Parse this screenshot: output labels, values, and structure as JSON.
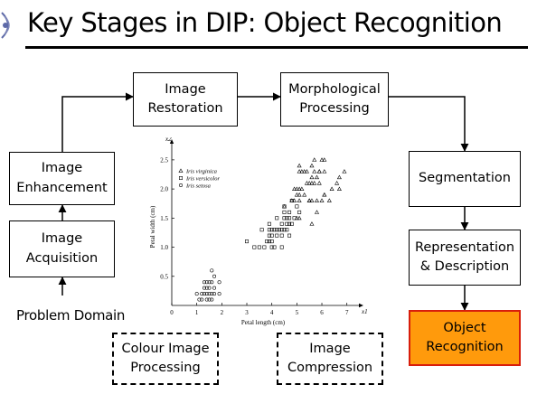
{
  "slide": {
    "title": "Key Stages in DIP: Object Recognition",
    "problem_domain": "Problem Domain"
  },
  "boxes": {
    "image_restoration": "Image\nRestoration",
    "morphological_processing": "Morphological\nProcessing",
    "image_enhancement": "Image\nEnhancement",
    "image_acquisition": "Image\nAcquisition",
    "segmentation": "Segmentation",
    "representation_description": "Representation\n& Description",
    "object_recognition": "Object\nRecognition",
    "colour_image_processing": "Colour Image\nProcessing",
    "image_compression": "Image\nCompression"
  },
  "colors": {
    "recognition_fill": "#ff9a0c",
    "recognition_border": "#d81e0c"
  },
  "chart_data": {
    "type": "scatter",
    "xlabel": "Petal length (cm)",
    "ylabel": "Petal width (cm)",
    "x_axis_symbol": "x1",
    "y_axis_symbol": "x2",
    "xlim": [
      0,
      7.3
    ],
    "ylim": [
      0,
      2.7
    ],
    "x_ticks": [
      0,
      1,
      2,
      3,
      4,
      5,
      6,
      7
    ],
    "y_ticks": [
      0.5,
      1.0,
      1.5,
      2.0,
      2.5
    ],
    "y_tick_labels": [
      "0.5",
      "1.0",
      "1.5",
      "2.0",
      "2.5"
    ],
    "grid": false,
    "legend_position": "top-left",
    "series": [
      {
        "name": "Iris virginica",
        "marker": "triangle",
        "points": [
          [
            4.5,
            1.7
          ],
          [
            4.8,
            1.8
          ],
          [
            4.9,
            1.8
          ],
          [
            4.9,
            2.0
          ],
          [
            5.0,
            1.5
          ],
          [
            5.0,
            1.9
          ],
          [
            5.0,
            2.0
          ],
          [
            5.1,
            1.5
          ],
          [
            5.1,
            1.8
          ],
          [
            5.1,
            1.9
          ],
          [
            5.1,
            2.0
          ],
          [
            5.1,
            2.3
          ],
          [
            5.1,
            2.4
          ],
          [
            5.2,
            2.0
          ],
          [
            5.2,
            2.3
          ],
          [
            5.3,
            1.9
          ],
          [
            5.3,
            2.3
          ],
          [
            5.4,
            2.1
          ],
          [
            5.4,
            2.3
          ],
          [
            5.5,
            1.8
          ],
          [
            5.5,
            2.1
          ],
          [
            5.6,
            1.4
          ],
          [
            5.6,
            1.8
          ],
          [
            5.6,
            2.1
          ],
          [
            5.6,
            2.2
          ],
          [
            5.6,
            2.4
          ],
          [
            5.7,
            2.1
          ],
          [
            5.7,
            2.3
          ],
          [
            5.7,
            2.5
          ],
          [
            5.8,
            1.6
          ],
          [
            5.8,
            1.8
          ],
          [
            5.8,
            2.2
          ],
          [
            5.9,
            2.1
          ],
          [
            5.9,
            2.3
          ],
          [
            6.0,
            1.8
          ],
          [
            6.0,
            2.5
          ],
          [
            6.1,
            1.9
          ],
          [
            6.1,
            2.3
          ],
          [
            6.1,
            2.5
          ],
          [
            6.3,
            1.8
          ],
          [
            6.4,
            2.0
          ],
          [
            6.6,
            2.1
          ],
          [
            6.7,
            2.0
          ],
          [
            6.7,
            2.2
          ],
          [
            6.9,
            2.3
          ],
          [
            5.5,
            1.8
          ],
          [
            5.9,
            2.3
          ],
          [
            6.1,
            1.9
          ]
        ]
      },
      {
        "name": "Iris versicolor",
        "marker": "square",
        "points": [
          [
            3.0,
            1.1
          ],
          [
            3.3,
            1.0
          ],
          [
            3.5,
            1.0
          ],
          [
            3.6,
            1.3
          ],
          [
            3.7,
            1.0
          ],
          [
            3.8,
            1.1
          ],
          [
            3.9,
            1.1
          ],
          [
            3.9,
            1.2
          ],
          [
            3.9,
            1.4
          ],
          [
            4.0,
            1.0
          ],
          [
            4.0,
            1.2
          ],
          [
            4.0,
            1.3
          ],
          [
            4.1,
            1.0
          ],
          [
            4.1,
            1.3
          ],
          [
            4.2,
            1.2
          ],
          [
            4.2,
            1.3
          ],
          [
            4.2,
            1.5
          ],
          [
            4.3,
            1.3
          ],
          [
            4.4,
            1.2
          ],
          [
            4.4,
            1.3
          ],
          [
            4.4,
            1.4
          ],
          [
            4.5,
            1.3
          ],
          [
            4.5,
            1.5
          ],
          [
            4.5,
            1.6
          ],
          [
            4.6,
            1.3
          ],
          [
            4.6,
            1.4
          ],
          [
            4.6,
            1.5
          ],
          [
            4.7,
            1.2
          ],
          [
            4.7,
            1.4
          ],
          [
            4.7,
            1.5
          ],
          [
            4.7,
            1.6
          ],
          [
            4.8,
            1.4
          ],
          [
            4.8,
            1.8
          ],
          [
            4.9,
            1.5
          ],
          [
            5.0,
            1.7
          ],
          [
            5.1,
            1.6
          ],
          [
            4.0,
            1.1
          ],
          [
            4.4,
            1.0
          ],
          [
            4.5,
            1.7
          ],
          [
            3.9,
            1.3
          ]
        ]
      },
      {
        "name": "Iris setosa",
        "marker": "circle",
        "points": [
          [
            1.0,
            0.2
          ],
          [
            1.1,
            0.1
          ],
          [
            1.2,
            0.2
          ],
          [
            1.3,
            0.2
          ],
          [
            1.3,
            0.3
          ],
          [
            1.3,
            0.4
          ],
          [
            1.4,
            0.1
          ],
          [
            1.4,
            0.2
          ],
          [
            1.4,
            0.3
          ],
          [
            1.5,
            0.1
          ],
          [
            1.5,
            0.2
          ],
          [
            1.5,
            0.4
          ],
          [
            1.6,
            0.2
          ],
          [
            1.6,
            0.4
          ],
          [
            1.6,
            0.6
          ],
          [
            1.7,
            0.3
          ],
          [
            1.7,
            0.5
          ],
          [
            1.9,
            0.2
          ],
          [
            1.9,
            0.4
          ],
          [
            1.5,
            0.3
          ],
          [
            1.6,
            0.1
          ],
          [
            1.4,
            0.4
          ],
          [
            1.7,
            0.2
          ],
          [
            1.2,
            0.1
          ]
        ]
      }
    ]
  }
}
